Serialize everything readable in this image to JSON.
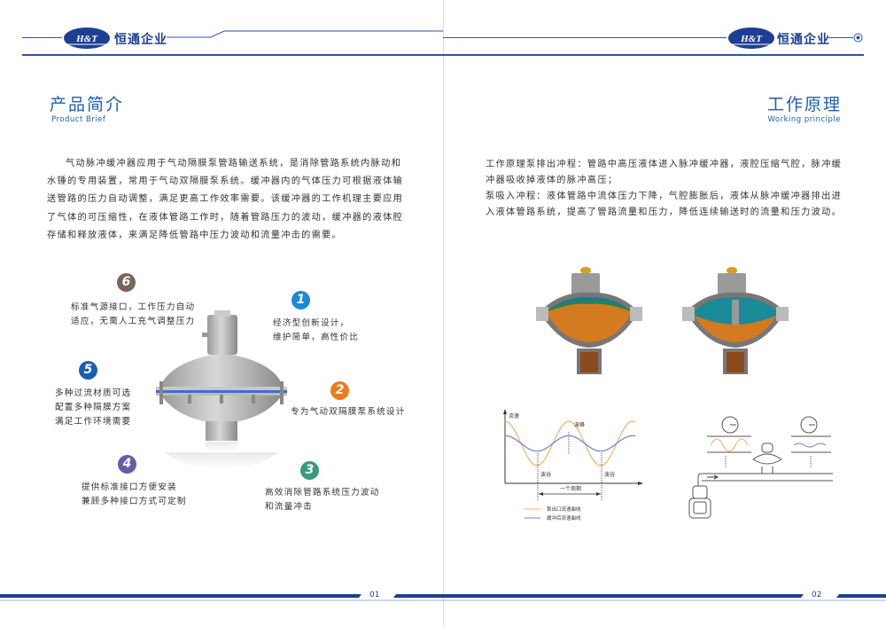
{
  "header": {
    "brand_logo": "H&T",
    "brand_name": "恒通企业"
  },
  "left_page": {
    "title_cn": "产品简介",
    "title_en": "Product Brief",
    "intro": "气动脉冲缓冲器应用于气动隔膜泵管路输送系统，是消除管路系统内脉动和水锤的专用装置，常用于气动双隔膜泵系统。缓冲器内的气体压力可根据液体输送管路的压力自动调整，满足更高工作效率需要。该缓冲器的工作机理主要应用了气体的可压缩性，在液体管路工作时，随着管路压力的波动，缓冲器的液体腔存储和释放液体，来满足降低管路中压力波动和流量冲击的需要。",
    "features": [
      {
        "num": "1",
        "lines": [
          "经济型创新设计，",
          "维护简单，高性价比"
        ],
        "color": "#1a8ad6"
      },
      {
        "num": "2",
        "lines": [
          "专为气动双隔膜泵系统设计"
        ],
        "color": "#ee7a1a"
      },
      {
        "num": "3",
        "lines": [
          "高效消除管路系统压力波动",
          "和流量冲击"
        ],
        "color": "#3a9a80"
      },
      {
        "num": "4",
        "lines": [
          "提供标准接口方便安装",
          "兼顾多种接口方式可定制"
        ],
        "color": "#6a5aa8"
      },
      {
        "num": "5",
        "lines": [
          "多种过流材质可选",
          "配置多种隔膜方案",
          "满足工作环境需要"
        ],
        "color": "#1560b0"
      },
      {
        "num": "6",
        "lines": [
          "标准气源接口，工作压力自动",
          "适应，无需人工充气调整压力"
        ],
        "color": "#7a6558"
      }
    ],
    "page_number": "01"
  },
  "right_page": {
    "title_cn": "工作原理",
    "title_en": "Working principle",
    "paragraphs": [
      "工作原理泵排出冲程：管路中高压液体进入脉冲缓冲器，液腔压缩气腔，脉冲缓冲器吸收掉液体的脉冲高压；",
      "泵吸入冲程：液体管路中流体压力下降，气腔膨胀后，液体从脉冲缓冲器排出进入液体管路系统，提高了管路流量和压力，降低连续输送时的流量和压力波动。"
    ],
    "page_number": "02"
  },
  "chart_data": {
    "type": "line",
    "ylabel": "流速",
    "annotations": [
      "波峰",
      "波谷",
      "波谷",
      "一个周期"
    ],
    "series": [
      {
        "name": "泵出口流速曲线",
        "color": "#f0b060",
        "amplitude": 1.0
      },
      {
        "name": "缓冲后流速曲线",
        "color": "#7080d0",
        "amplitude": 0.35
      }
    ]
  },
  "colors": {
    "brand": "#1d3f93",
    "title": "#1f5fb0"
  }
}
